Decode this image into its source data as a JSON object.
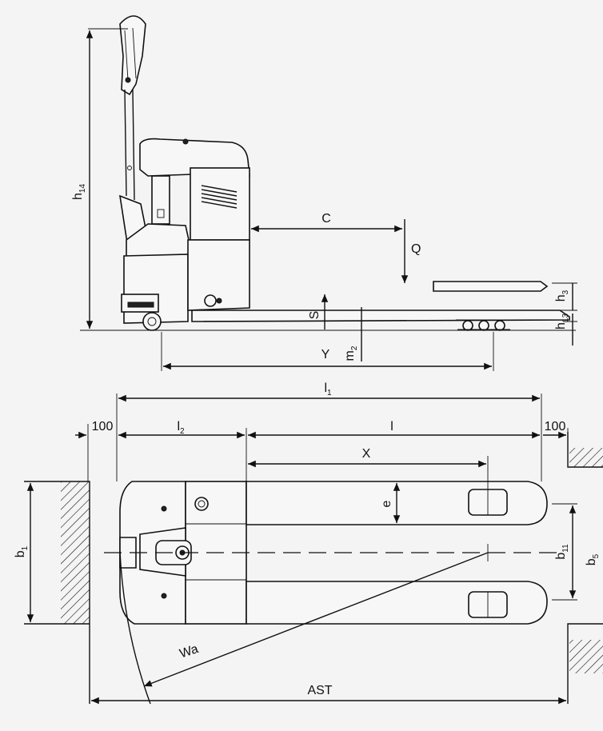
{
  "diagram": {
    "side_view_labels": {
      "h14": {
        "main": "h",
        "sub": "14"
      },
      "c": "C",
      "q": "Q",
      "h3": {
        "main": "h",
        "sub": "3"
      },
      "h13": {
        "main": "h",
        "sub": "13"
      },
      "s": "S",
      "y": "Y",
      "m2": {
        "main": "m",
        "sub": "2"
      }
    },
    "top_view_labels": {
      "l1": {
        "main": "l",
        "sub": "1"
      },
      "gap_left": "100",
      "l2": {
        "main": "l",
        "sub": "2"
      },
      "l": "l",
      "gap_right": "100",
      "x": "X",
      "e": "e",
      "b1": {
        "main": "b",
        "sub": "1"
      },
      "b11": {
        "main": "b",
        "sub": "11"
      },
      "b5": {
        "main": "b",
        "sub": "5"
      },
      "wa": "Wa",
      "ast": "AST"
    }
  }
}
